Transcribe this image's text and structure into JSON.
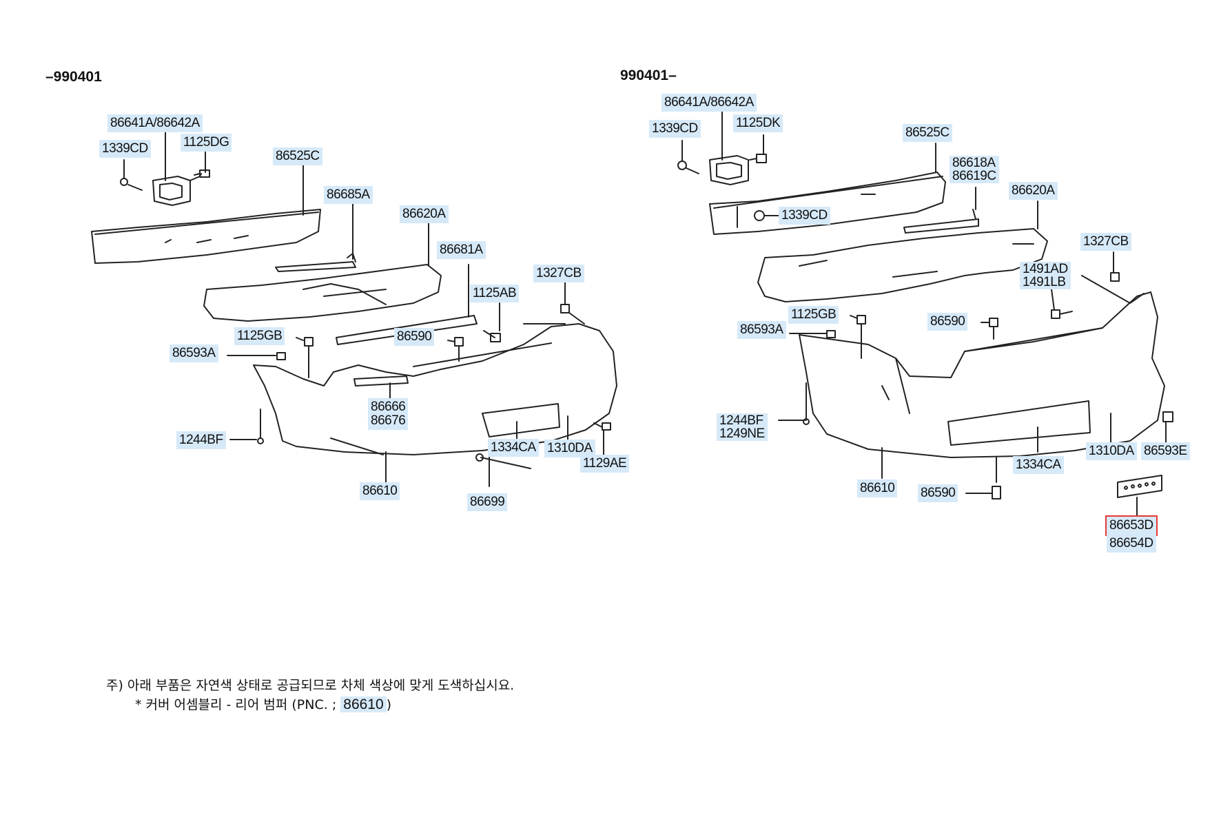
{
  "left_panel": {
    "range_label": "–990401",
    "labels": {
      "l86641A": "86641A/86642A",
      "l1339CD": "1339CD",
      "l1125DG": "1125DG",
      "l86525C": "86525C",
      "l86685A": "86685A",
      "l86620A": "86620A",
      "l86681A": "86681A",
      "l1327CB": "1327CB",
      "l1125AB": "1125AB",
      "l1125GB": "1125GB",
      "l86590": "86590",
      "l86593A": "86593A",
      "l86666": "86666",
      "l86676": "86676",
      "l1244BF": "1244BF",
      "l1334CA": "1334CA",
      "l1310DA": "1310DA",
      "l1129AE": "1129AE",
      "l86610": "86610",
      "l86699": "86699"
    }
  },
  "right_panel": {
    "range_label": "990401–",
    "labels": {
      "r86641A": "86641A/86642A",
      "r1339CD_top": "1339CD",
      "r1125DK": "1125DK",
      "r86525C": "86525C",
      "r86618A": "86618A",
      "r86619C": "86619C",
      "r86620A": "86620A",
      "r1339CD_mid": "1339CD",
      "r1327CB": "1327CB",
      "r1491AD": "1491AD",
      "r1491LB": "1491LB",
      "r1125GB": "1125GB",
      "r86590_mid": "86590",
      "r86593A": "86593A",
      "r1244BF": "1244BF",
      "r1249NE": "1249NE",
      "r86610": "86610",
      "r86590_bot": "86590",
      "r1334CA": "1334CA",
      "r1310DA": "1310DA",
      "r86593E": "86593E",
      "r86653D": "86653D",
      "r86654D": "86654D"
    }
  },
  "footnote": {
    "line1": "주) 아래 부품은 자연색 상태로 공급되므로 차체 색상에 맞게 도색하십시요.",
    "line2_prefix": "* 커버 어셈블리 - 리어 범퍼 (PNC. ; ",
    "line2_pnc": "86610",
    "line2_suffix": ")"
  },
  "colors": {
    "label_highlight": "#d6e9f8",
    "selected_outline": "#e53935",
    "line": "#222222"
  }
}
